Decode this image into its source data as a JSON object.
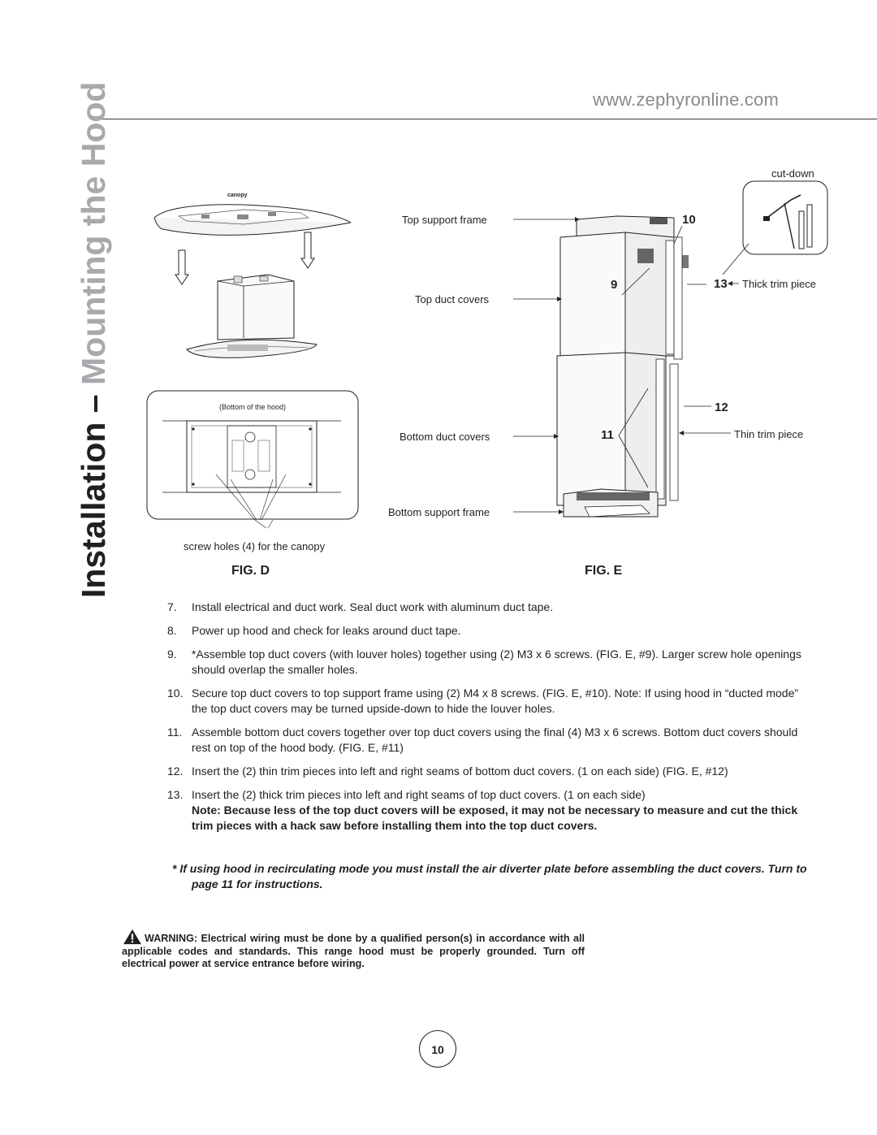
{
  "header": {
    "url": "www.zephyronline.com",
    "title_part1": "Installation – ",
    "title_part2": "Mounting the Hood"
  },
  "fig_d": {
    "caption": "FIG. D",
    "canopy_label": "canopy",
    "bottom_label": "(Bottom of the hood)",
    "screw_holes_label": "screw holes (4) for the canopy"
  },
  "fig_e": {
    "caption": "FIG. E",
    "labels": {
      "top_support_frame": "Top support frame",
      "top_duct_covers": "Top duct covers",
      "bottom_duct_covers": "Bottom duct covers",
      "bottom_support_frame": "Bottom support frame",
      "thick_trim_piece": "Thick trim piece",
      "thin_trim_piece": "Thin trim piece",
      "cut_down": "cut-down"
    },
    "callouts": {
      "n9": "9",
      "n10": "10",
      "n11": "11",
      "n12": "12",
      "n13": "13"
    }
  },
  "steps": [
    {
      "num": "7.",
      "text": "Install electrical and duct work. Seal duct work with aluminum duct tape."
    },
    {
      "num": "8.",
      "text": "Power up hood and check for leaks around duct tape."
    },
    {
      "num": "9.",
      "text": "*Assemble top duct covers (with louver holes) together using (2) M3 x 6 screws. (FIG. E, #9). Larger screw hole openings should overlap the smaller holes."
    },
    {
      "num": "10.",
      "text": "Secure top duct covers to top support frame using (2) M4 x 8 screws. (FIG. E, #10). Note: If using hood in “ducted mode” the top duct covers may be turned upside-down to hide the louver holes."
    },
    {
      "num": "11.",
      "text": "Assemble bottom duct covers together over top duct covers using the final (4) M3 x 6 screws. Bottom duct covers should rest on top of the hood body. (FIG. E, #11)"
    },
    {
      "num": "12.",
      "text": "Insert the (2) thin trim pieces into left and right seams of bottom duct covers. (1 on each side) (FIG. E, #12)"
    },
    {
      "num": "13.",
      "text": "Insert the (2) thick trim pieces into left and right seams of top duct covers. (1 on each side)",
      "note": "Note: Because less of the top duct covers will be exposed, it may not be necessary to measure and cut the thick trim pieces with a hack saw before installing them into the top duct covers."
    }
  ],
  "recirc_note": "* If using hood in recirculating mode you must install the air diverter plate before assembling the duct covers.  Turn to page 11 for instructions.",
  "warning": "WARNING: Electrical wiring must be done by a qualified person(s) in accordance with all applicable codes and standards. This range hood must be properly grounded. Turn off electrical power at service entrance before wiring.",
  "page_number": "10",
  "colors": {
    "title_dark": "#231f20",
    "title_grey": "#a7a9ac",
    "url_grey": "#8a8a8a"
  }
}
